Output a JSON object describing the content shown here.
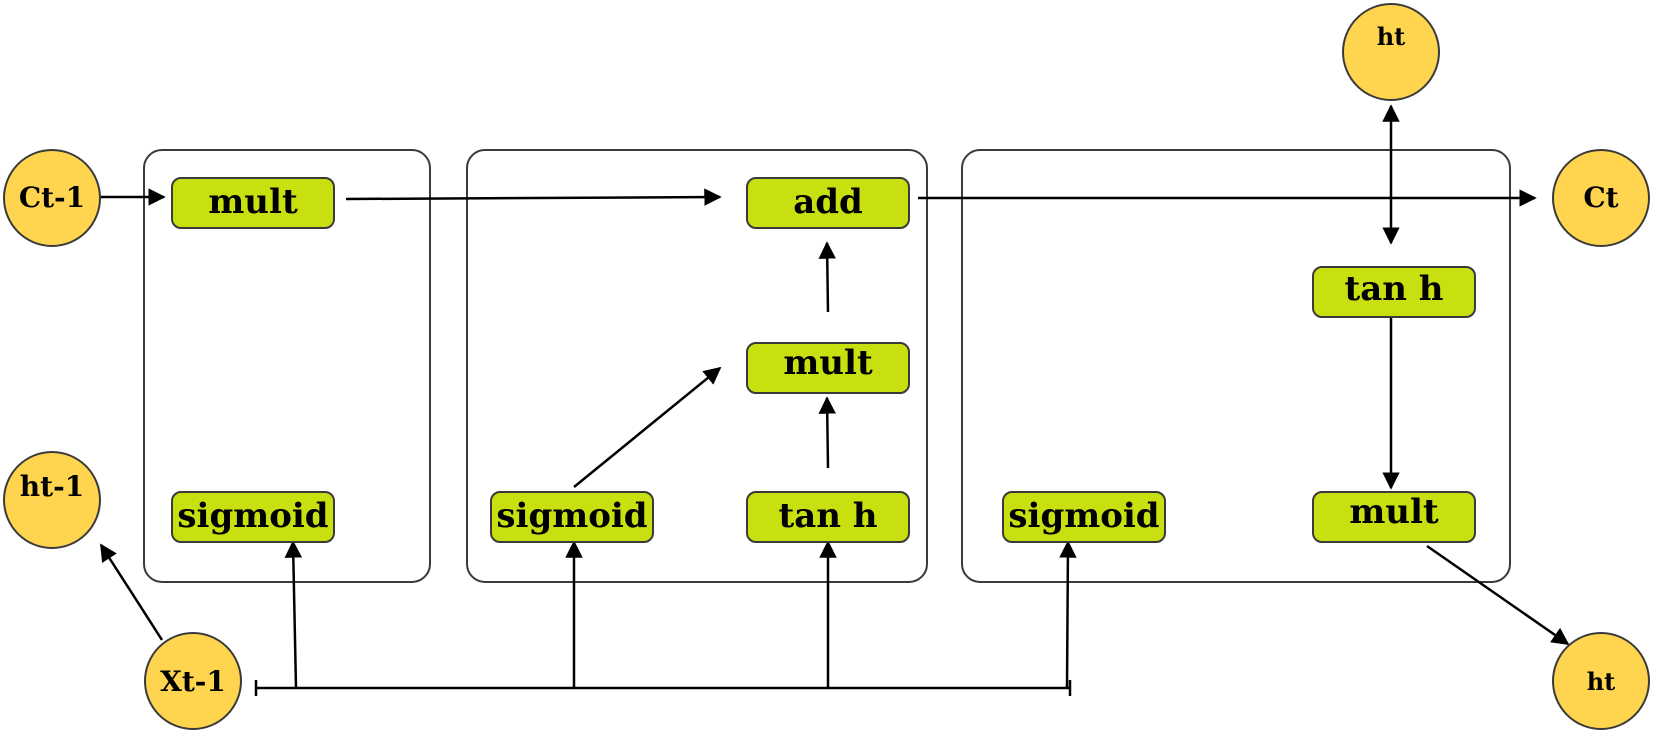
{
  "nodes": {
    "c_prev": "Ct-1",
    "h_prev": "ht-1",
    "x_prev": "Xt-1",
    "c_out": "Ct",
    "h_top": "ht",
    "h_out": "ht"
  },
  "forget_gate": {
    "mult": "mult",
    "sigmoid": "sigmoid"
  },
  "input_gate": {
    "add": "add",
    "mult": "mult",
    "sigmoid": "sigmoid",
    "tanh": "tan h"
  },
  "output_gate": {
    "sigmoid": "sigmoid",
    "tanh": "tan h",
    "mult": "mult"
  },
  "colors": {
    "op_fill": "#c8e00f",
    "node_fill": "#ffd54f",
    "stroke": "#3a3a3a"
  }
}
